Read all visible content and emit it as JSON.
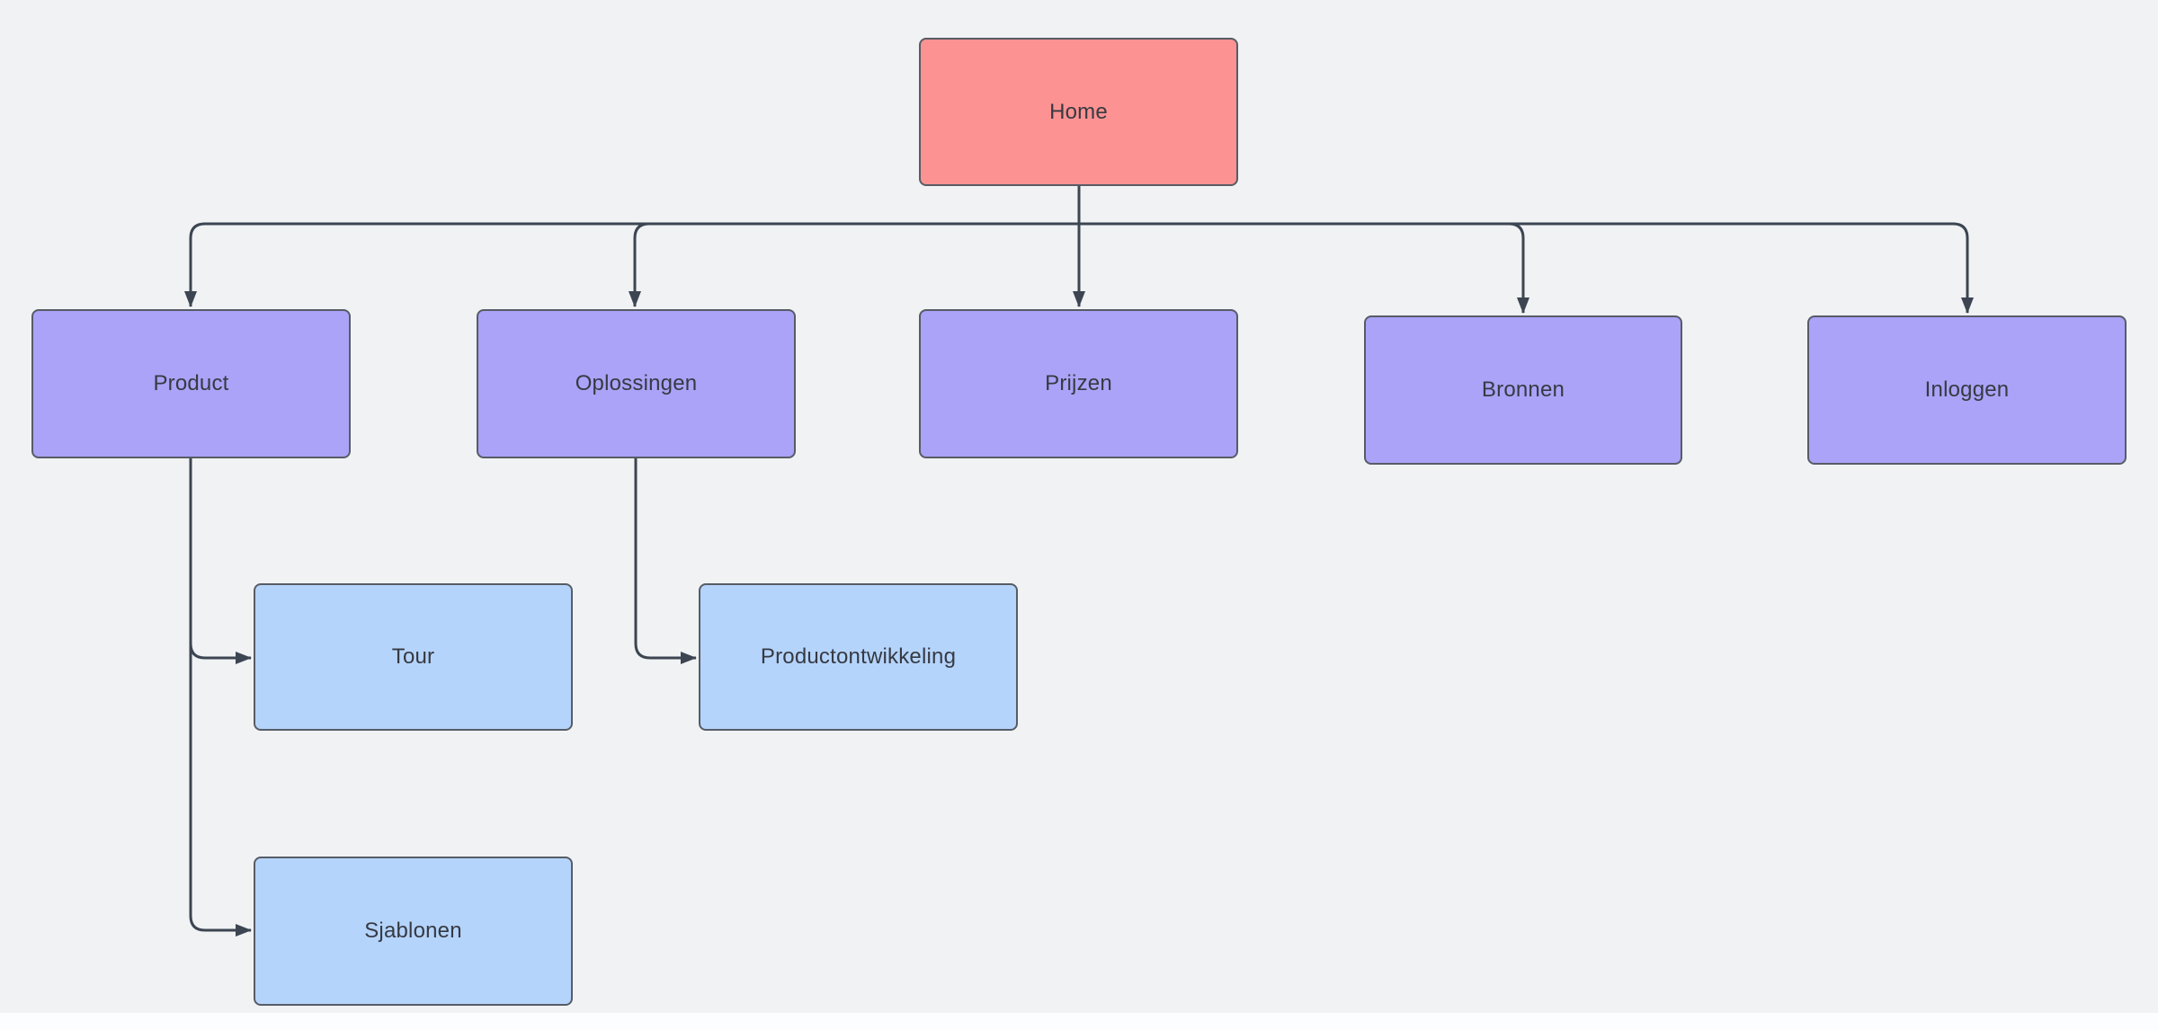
{
  "diagram": {
    "type": "sitemap-flowchart",
    "nodes": [
      {
        "id": "home",
        "label": "Home",
        "level": 0,
        "fill": "#FC9292"
      },
      {
        "id": "product",
        "label": "Product",
        "level": 1,
        "fill": "#AAA3F8"
      },
      {
        "id": "oplossingen",
        "label": "Oplossingen",
        "level": 1,
        "fill": "#AAA3F8"
      },
      {
        "id": "prijzen",
        "label": "Prijzen",
        "level": 1,
        "fill": "#AAA3F8"
      },
      {
        "id": "bronnen",
        "label": "Bronnen",
        "level": 1,
        "fill": "#AAA3F8"
      },
      {
        "id": "inloggen",
        "label": "Inloggen",
        "level": 1,
        "fill": "#AAA3F8"
      },
      {
        "id": "tour",
        "label": "Tour",
        "level": 2,
        "fill": "#B5D4FC"
      },
      {
        "id": "productontwikkeling",
        "label": "Productontwikkeling",
        "level": 2,
        "fill": "#B5D4FC"
      },
      {
        "id": "sjablonen",
        "label": "Sjablonen",
        "level": 2,
        "fill": "#B5D4FC"
      }
    ],
    "edges": [
      {
        "from": "Home",
        "to": "Product"
      },
      {
        "from": "Home",
        "to": "Oplossingen"
      },
      {
        "from": "Home",
        "to": "Prijzen"
      },
      {
        "from": "Home",
        "to": "Bronnen"
      },
      {
        "from": "Home",
        "to": "Inloggen"
      },
      {
        "from": "Product",
        "to": "Tour"
      },
      {
        "from": "Product",
        "to": "Sjablonen"
      },
      {
        "from": "Oplossingen",
        "to": "Productontwikkeling"
      }
    ],
    "colors": {
      "background": "#F0F2F4",
      "root_fill": "#FC9292",
      "level1_fill": "#AAA3F8",
      "level2_fill": "#B5D4FC",
      "node_border": "#575C66",
      "connector": "#3C4551",
      "text": "#363A42",
      "bottom_edge_strip": "#FCFDFE"
    }
  }
}
